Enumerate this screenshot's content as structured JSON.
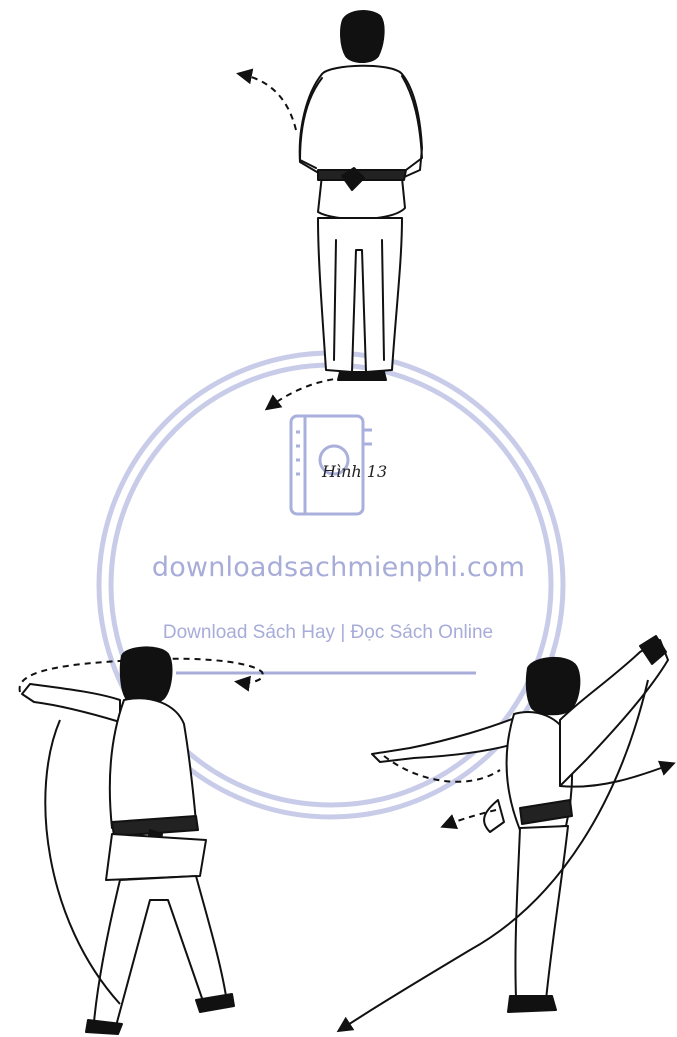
{
  "figure": {
    "caption": "Hình 13"
  },
  "watermark": {
    "site": "downloadsachmienphi.com",
    "tagline": "Download Sách Hay | Đọc Sách Online",
    "color": "#a7acd8"
  },
  "icons": [
    "book-logo-icon"
  ]
}
